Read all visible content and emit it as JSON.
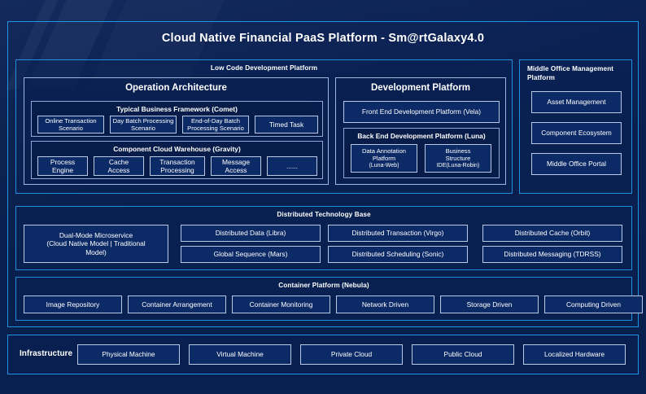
{
  "header": {
    "title": "Cloud Native Financial PaaS Platform - Sm@rtGalaxy4.0"
  },
  "low_code": {
    "title": "Low Code Development Platform",
    "operation_architecture": {
      "title": "Operation Architecture",
      "typical_business_framework": {
        "title": "Typical Business Framework (Comet)",
        "items": [
          {
            "l1": "Online Transaction",
            "l2": "Scenario"
          },
          {
            "l1": "Day Batch Processing",
            "l2": "Scenario"
          },
          {
            "l1": "End-of-Day Batch",
            "l2": "Processing Scenario"
          },
          {
            "l1": "Timed Task",
            "l2": ""
          }
        ]
      },
      "component_cloud_warehouse": {
        "title": "Component Cloud Warehouse (Gravity)",
        "items": [
          {
            "l1": "Process",
            "l2": "Engine"
          },
          {
            "l1": "Cache",
            "l2": "Access"
          },
          {
            "l1": "Transaction",
            "l2": "Processing"
          },
          {
            "l1": "Message",
            "l2": "Access"
          },
          {
            "l1": "......",
            "l2": ""
          }
        ]
      }
    },
    "development_platform": {
      "title": "Development Platform",
      "front_end": "Front End Development Platform (Vela)",
      "back_end": {
        "title": "Back End Development Platform (Luna)",
        "items": [
          {
            "l1": "Data Annotation",
            "l2": "Platform",
            "l3": "(Luna-Web)"
          },
          {
            "l1": "Business",
            "l2": "Structure",
            "l3": "IDE(Luna-Robin)"
          }
        ]
      }
    }
  },
  "middle_office": {
    "title": "Middle Office Management Platform",
    "items": [
      "Asset Management",
      "Component Ecosystem",
      "Middle Office Portal"
    ]
  },
  "distributed_base": {
    "title": "Distributed Technology Base",
    "dual_mode": {
      "l1": "Dual-Mode Microservice",
      "l2": "(Cloud Native Model | Traditional",
      "l3": "Model)"
    },
    "items": [
      "Distributed Data (Libra)",
      "Global Sequence (Mars)",
      "Distributed Transaction (Virgo)",
      "Distributed Scheduling (Sonic)",
      "Distributed Cache (Orbit)",
      "Distributed Messaging (TDRSS)"
    ]
  },
  "container_platform": {
    "title": "Container Platform (Nebula)",
    "items": [
      "Image Repository",
      "Container Arrangement",
      "Container Monitoring",
      "Network Driven",
      "Storage Driven",
      "Computing Driven"
    ]
  },
  "infrastructure": {
    "label": "Infrastructure",
    "items": [
      "Physical Machine",
      "Virtual Machine",
      "Private Cloud",
      "Public Cloud",
      "Localized Hardware"
    ]
  },
  "colors": {
    "background": "#0a1f4d",
    "accent_border": "#1f95e8",
    "box_fill": "#0c2a66",
    "box_border": "#b9c9e6",
    "text": "#ffffff"
  }
}
